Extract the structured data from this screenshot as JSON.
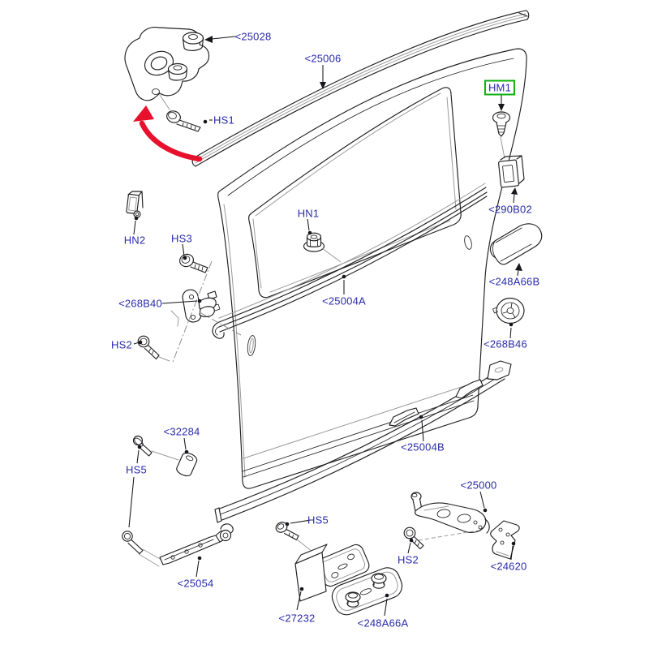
{
  "diagram": {
    "type": "exploded-parts-diagram",
    "subject": "sliding-door-assembly",
    "colors": {
      "label": "#2a2aaa",
      "highlight": "#0db10d",
      "arrow": "#e8112d",
      "line": "#1f1f1f",
      "gray": "#9a9a9a",
      "bg": "#ffffff"
    },
    "callouts": [
      {
        "id": "c25028",
        "text": "<25028",
        "highlighted": false
      },
      {
        "id": "c25006",
        "text": "<25006",
        "highlighted": false
      },
      {
        "id": "hm1",
        "text": "HM1",
        "highlighted": true
      },
      {
        "id": "hs1",
        "text": "HS1",
        "highlighted": false
      },
      {
        "id": "c290b02",
        "text": "<290B02",
        "highlighted": false
      },
      {
        "id": "hn2",
        "text": "HN2",
        "highlighted": false
      },
      {
        "id": "hs3",
        "text": "HS3",
        "highlighted": false
      },
      {
        "id": "hn1",
        "text": "HN1",
        "highlighted": false
      },
      {
        "id": "c248a66b",
        "text": "<248A66B",
        "highlighted": false
      },
      {
        "id": "c25004a",
        "text": "<25004A",
        "highlighted": false
      },
      {
        "id": "c268b40",
        "text": "<268B40",
        "highlighted": false
      },
      {
        "id": "c268b46",
        "text": "<268B46",
        "highlighted": false
      },
      {
        "id": "hs2_left",
        "text": "HS2",
        "highlighted": false
      },
      {
        "id": "c32284",
        "text": "<32284",
        "highlighted": false
      },
      {
        "id": "c25004b",
        "text": "<25004B",
        "highlighted": false
      },
      {
        "id": "hs5_left",
        "text": "HS5",
        "highlighted": false
      },
      {
        "id": "c25000",
        "text": "<25000",
        "highlighted": false
      },
      {
        "id": "hs5_mid",
        "text": "HS5",
        "highlighted": false
      },
      {
        "id": "hs2_right",
        "text": "HS2",
        "highlighted": false
      },
      {
        "id": "c24620",
        "text": "<24620",
        "highlighted": false
      },
      {
        "id": "c25054",
        "text": "<25054",
        "highlighted": false
      },
      {
        "id": "c27232",
        "text": "<27232",
        "highlighted": false
      },
      {
        "id": "c248a66a",
        "text": "<248A66A",
        "highlighted": false
      }
    ]
  }
}
